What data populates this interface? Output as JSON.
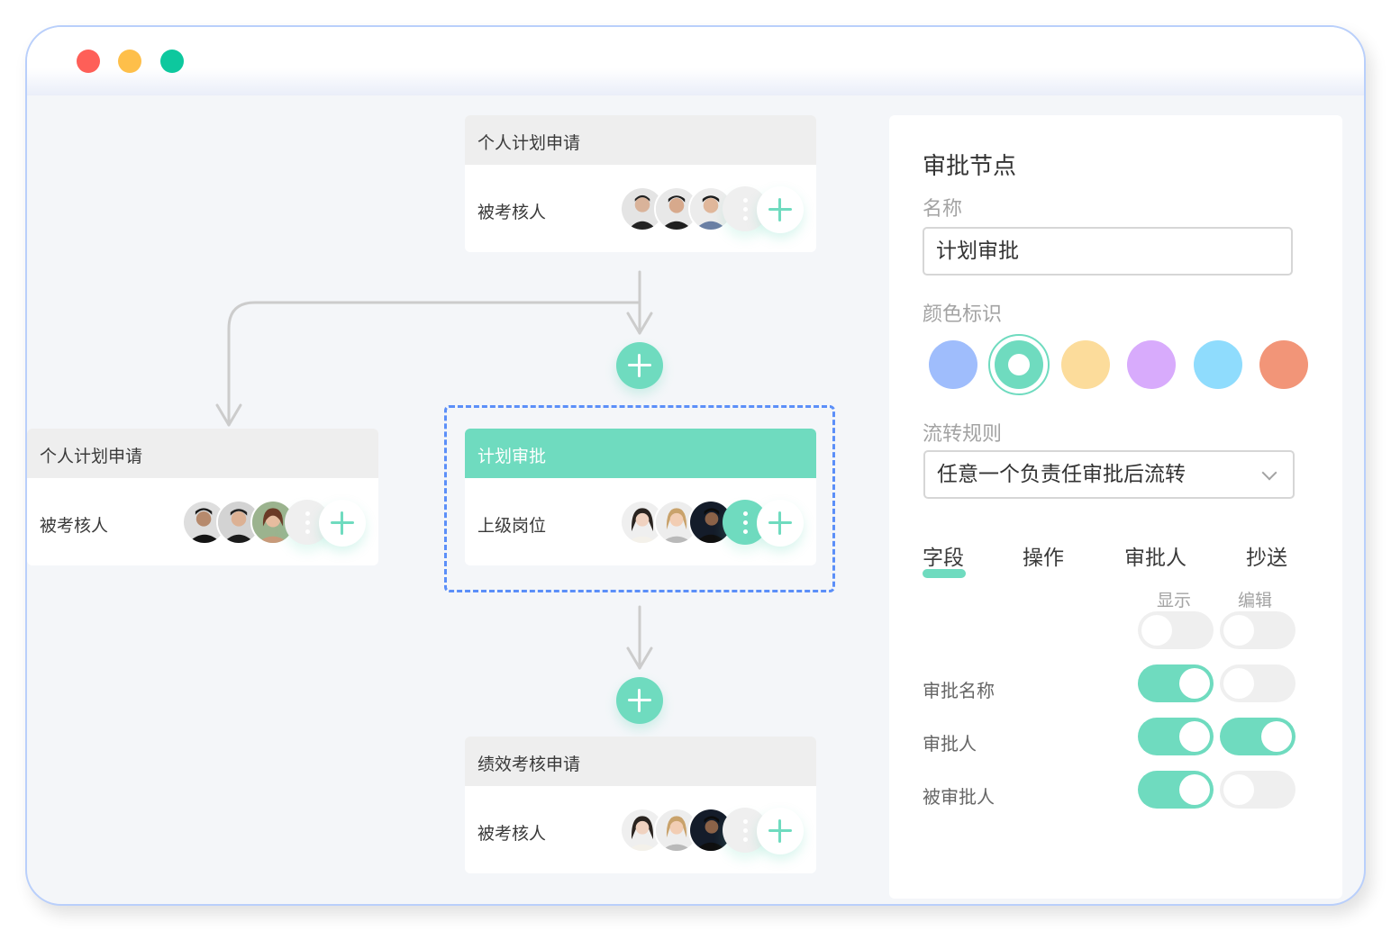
{
  "window": {
    "controls": [
      "close",
      "minimize",
      "maximize"
    ],
    "control_colors": {
      "close": "#fe5f58",
      "minimize": "#febf4a",
      "maximize": "#0dc89e"
    }
  },
  "colors": {
    "accent": "#6fdbbf",
    "selection_border": "#5b8ff9",
    "connector": "#cccccc",
    "canvas_bg": "#f4f6f9"
  },
  "flow": {
    "nodes": [
      {
        "id": "top",
        "title": "个人计划申请",
        "label": "被考核人",
        "active": false
      },
      {
        "id": "left",
        "title": "个人计划申请",
        "label": "被考核人",
        "active": false
      },
      {
        "id": "middle",
        "title": "计划审批",
        "label": "上级岗位",
        "active": true
      },
      {
        "id": "bottom",
        "title": "绩效考核申请",
        "label": "被考核人",
        "active": false
      }
    ],
    "add_node_icon": "plus-icon",
    "more_icon": "more-vertical-icon"
  },
  "panel": {
    "title": "审批节点",
    "name_label": "名称",
    "name_value": "计划审批",
    "color_label": "颜色标识",
    "swatches": [
      {
        "color": "#9fbdfc",
        "selected": false
      },
      {
        "color": "#6fdbbf",
        "selected": true
      },
      {
        "color": "#fcdc9b",
        "selected": false
      },
      {
        "color": "#d8abfc",
        "selected": false
      },
      {
        "color": "#8fdcfd",
        "selected": false
      },
      {
        "color": "#f29578",
        "selected": false
      }
    ],
    "rule_label": "流转规则",
    "rule_value": "任意一个负责任审批后流转",
    "tabs": [
      {
        "label": "字段",
        "active": true
      },
      {
        "label": "操作",
        "active": false
      },
      {
        "label": "审批人",
        "active": false
      },
      {
        "label": "抄送",
        "active": false
      }
    ],
    "columns": [
      "显示",
      "编辑"
    ],
    "rows": [
      {
        "label": "",
        "show": false,
        "edit": false
      },
      {
        "label": "审批名称",
        "show": true,
        "edit": false
      },
      {
        "label": "审批人",
        "show": true,
        "edit": true
      },
      {
        "label": "被审批人",
        "show": true,
        "edit": false
      }
    ]
  }
}
